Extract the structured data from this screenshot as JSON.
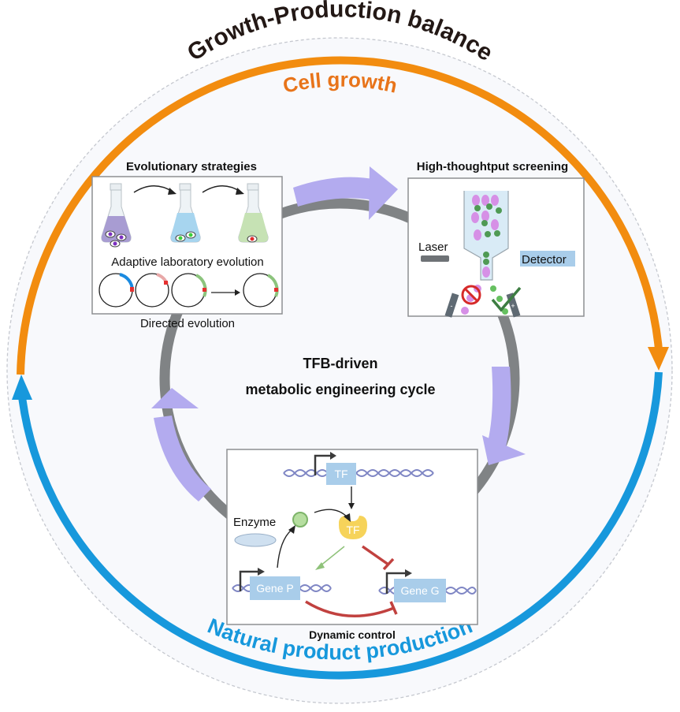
{
  "title_outer": "Growth-Production balance",
  "arc_top_label": "Cell growth",
  "arc_bottom_label": "Natural product production",
  "center_title": {
    "line1": "TFB-driven",
    "line2": "metabolic engineering cycle"
  },
  "panels": {
    "evolution": {
      "title": "Evolutionary strategies",
      "ale_label": "Adaptive laboratory evolution",
      "de_label": "Directed evolution"
    },
    "screening": {
      "title": "High-thoughtput screening",
      "laser_label": "Laser",
      "detector_label": "Detector",
      "minus_sign": "-",
      "plus_sign": "+"
    },
    "dynamic": {
      "title": "Dynamic control",
      "tf_gene_label": "TF",
      "tf_protein_label": "TF",
      "enzyme_label": "Enzyme",
      "gene_p_label": "Gene P",
      "gene_g_label": "Gene G"
    }
  },
  "colors": {
    "cell_growth": "#f28c0f",
    "natural_product": "#1798dc",
    "cycle_ring": "#808385",
    "cycle_arrow": "#b3abef",
    "disc_bg": "#f8f9fc",
    "dashed_border": "#c5c8cf",
    "gene_box": "#a9cdea",
    "dna": "#7f86c4",
    "repress": "#c1413f",
    "tf_protein": "#f6d35a",
    "activate": "#8fc27a"
  }
}
